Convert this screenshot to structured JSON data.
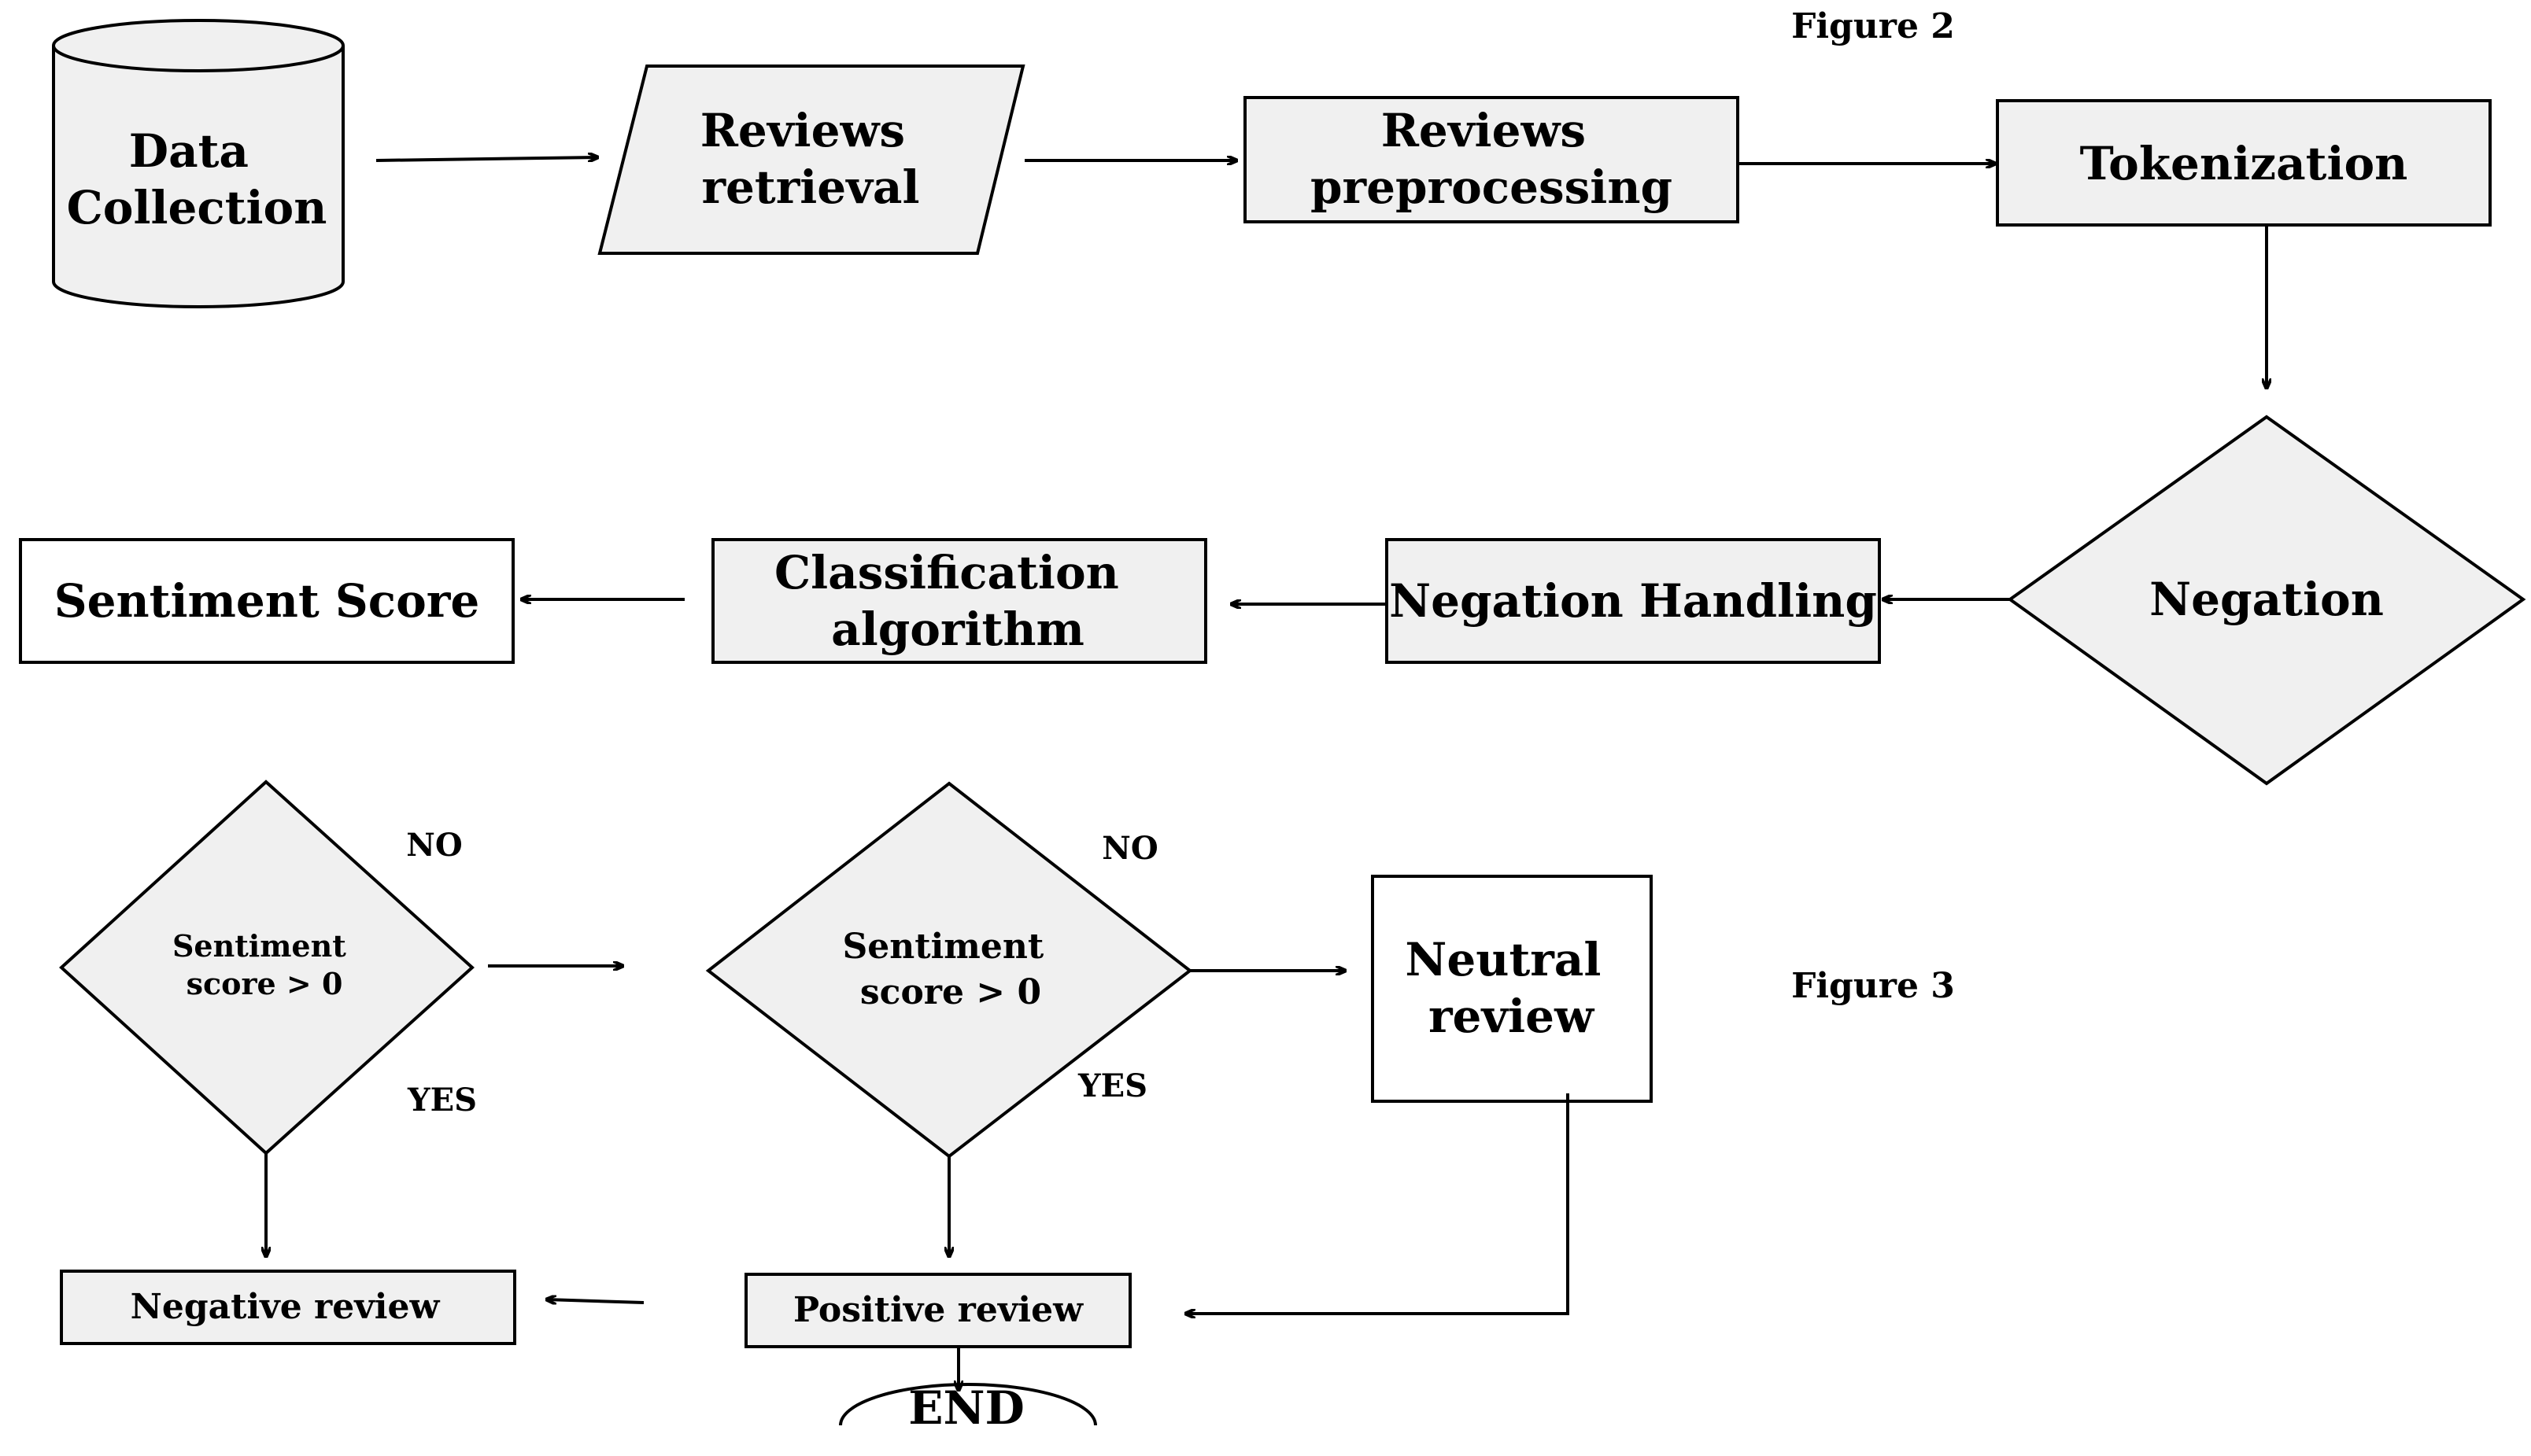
{
  "figure_labels": {
    "figure_2": "Figure 2",
    "figure_3": "Figure 3"
  },
  "nodes": {
    "data_collection": {
      "shape": "cylinder",
      "lines": [
        "Data",
        "Collection"
      ]
    },
    "reviews_retrieval": {
      "shape": "parallelogram",
      "lines": [
        "Reviews",
        "retrieval"
      ]
    },
    "reviews_preprocessing": {
      "shape": "rectangle",
      "lines": [
        "Reviews",
        "preprocessing"
      ]
    },
    "tokenization": {
      "shape": "rectangle",
      "lines": [
        "Tokenization"
      ]
    },
    "negation": {
      "shape": "diamond",
      "lines": [
        "Negation"
      ]
    },
    "negation_handling": {
      "shape": "rectangle",
      "lines": [
        "Negation Handling"
      ]
    },
    "classification_algorithm": {
      "shape": "rectangle",
      "lines": [
        "Classification",
        "algorithm"
      ]
    },
    "sentiment_score": {
      "shape": "rectangle",
      "lines": [
        "Sentiment Score"
      ]
    },
    "decision_1": {
      "shape": "diamond",
      "lines": [
        "Sentiment",
        "score > 0"
      ]
    },
    "decision_2": {
      "shape": "diamond",
      "lines": [
        "Sentiment",
        "score > 0"
      ]
    },
    "neutral_review": {
      "shape": "rectangle",
      "lines": [
        "Neutral",
        "review"
      ]
    },
    "negative_review": {
      "shape": "rectangle",
      "lines": [
        "Negative review"
      ]
    },
    "positive_review": {
      "shape": "rectangle",
      "lines": [
        "Positive review"
      ]
    },
    "end": {
      "shape": "ellipse",
      "lines": [
        "END"
      ]
    }
  },
  "branch_labels": {
    "decision_1_no": "NO",
    "decision_1_yes": "YES",
    "decision_2_no": "NO",
    "decision_2_yes": "YES"
  },
  "colors": {
    "node_fill": "#f0f0f0",
    "stroke": "#000000",
    "background": "#ffffff"
  }
}
